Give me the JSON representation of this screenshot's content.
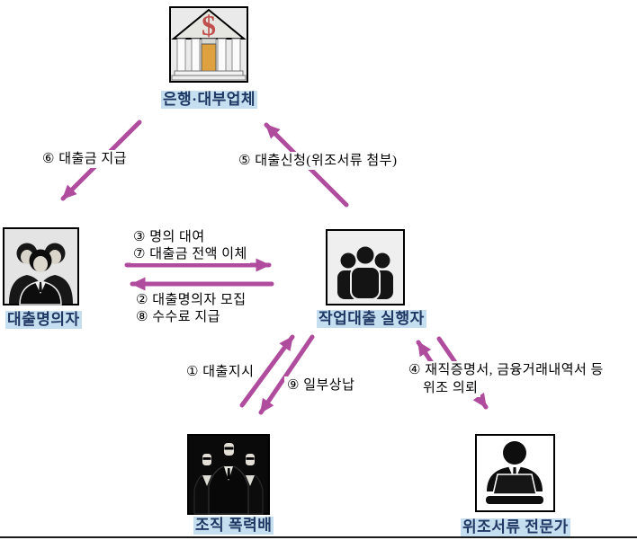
{
  "diagram": {
    "title_context": "loan-fraud-scheme-flow",
    "nodes": {
      "bank": {
        "label": "은행·대부업체",
        "icon": "bank-building-icon",
        "dollar": "$"
      },
      "borrowers": {
        "label": "대출명의자",
        "icon": "people-group-icon"
      },
      "executor": {
        "label": "작업대출 실행자",
        "icon": "people-group-icon"
      },
      "gang": {
        "label": "조직 폭력배",
        "icon": "gang-members-icon"
      },
      "forger": {
        "label": "위조서류 전문가",
        "icon": "person-laptop-icon"
      }
    },
    "edges": {
      "e1": {
        "label": "① 대출지시",
        "from": "gang",
        "to": "executor"
      },
      "e2": {
        "label": "② 대출명의자 모집",
        "from": "executor",
        "to": "borrowers"
      },
      "e3": {
        "label": "③ 명의 대여",
        "from": "borrowers",
        "to": "executor"
      },
      "e4": {
        "line1": "④ 재직증명서, 금융거래내역서 등",
        "line2": "위조 의뢰",
        "from": "executor",
        "to": "forger"
      },
      "e5": {
        "label": "⑤ 대출신청(위조서류 첨부)",
        "from": "executor",
        "to": "bank"
      },
      "e6": {
        "label": "⑥ 대출금 지급",
        "from": "bank",
        "to": "borrowers"
      },
      "e7": {
        "label": "⑦ 대출금 전액 이체",
        "from": "borrowers",
        "to": "executor"
      },
      "e8": {
        "label": "⑧ 수수료 지급",
        "from": "executor",
        "to": "borrowers"
      },
      "e9": {
        "label": "⑨ 일부상납",
        "from": "executor",
        "to": "gang"
      }
    },
    "colors": {
      "arrow": "#B04C9E",
      "node_label_bg": "#C5DFF0",
      "node_label_text": "#1F3864",
      "bank_dollar": "#C0504D",
      "bank_door": "#DFA13F",
      "edge_text": "#000000"
    }
  }
}
